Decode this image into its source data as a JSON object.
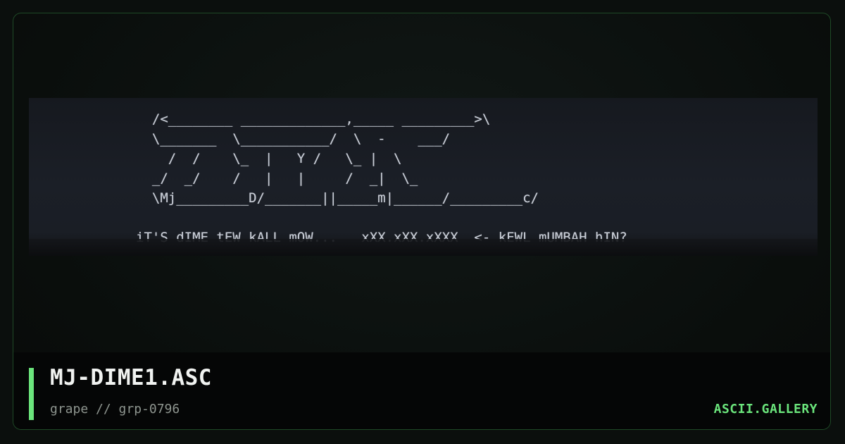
{
  "artwork": {
    "lines": [
      "  /<________ _____________,_____ _________>\\",
      "  \\_______  \\___________/  \\  -    ___/",
      "    /  /    \\_  |   Y /   \\_ |  \\",
      "  _/  _/    /   |   |     /  _|  \\_",
      "  \\Mj_________D/_______||_____m|______/_________c/",
      "",
      "iT'S dIME tEW kALL mOW...   xXX.xXX.xXXX  <- kEWL mUMBAH hIN?"
    ]
  },
  "footer": {
    "title": "MJ-DIME1.ASC",
    "subtitle": "grape // grp-0796",
    "brand": "ASCII.GALLERY"
  },
  "colors": {
    "accent": "#6be57c",
    "background": "#0b0f0d",
    "art_text": "#c8cdd6"
  }
}
